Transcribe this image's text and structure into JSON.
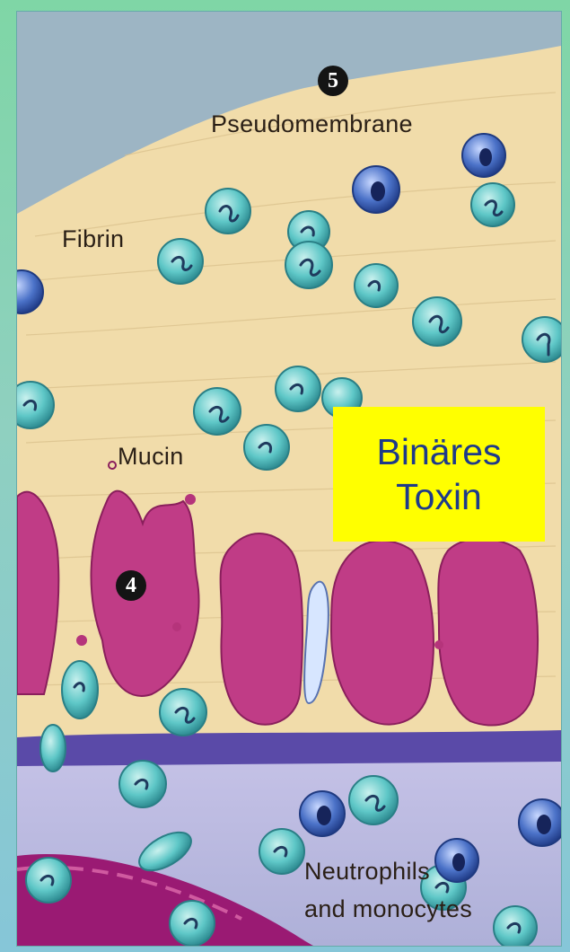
{
  "labels": {
    "pseudomembrane": "Pseudomembrane",
    "fibrin": "Fibrin",
    "mucin": "Mucin",
    "neutrophils_line1": "Neutrophils",
    "neutrophils_line2": "and monocytes"
  },
  "markers": {
    "five": "5",
    "four": "4"
  },
  "toxin_box": {
    "line1": "Binäres",
    "line2": "Toxin"
  },
  "colors": {
    "sky": "#9db5c4",
    "fibrin": "#f1dcaa",
    "mucin": "#c03c86",
    "mucosa_band": "#5a4aa8",
    "submucosa": "#b9b5dc",
    "vessel": "#9a1a73",
    "neutrophil": "#5ec7c7",
    "lymphocyte": "#4b72c8",
    "highlight": "#ffff00",
    "highlight_text": "#1e3a8a"
  }
}
